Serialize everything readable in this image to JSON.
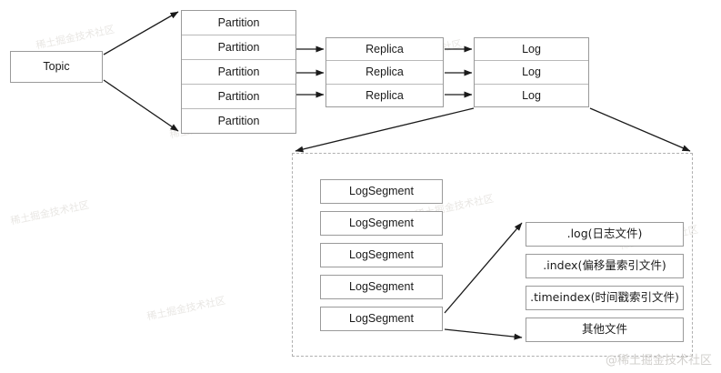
{
  "diagram": {
    "title": "Kafka Topic / Partition / Replica / Log storage structure",
    "colors": {
      "box_border": "#9a9a9a",
      "inner_divider": "#b9b9b9",
      "dashed_border": "#b0b0b0",
      "arrow": "#1a1a1a",
      "text": "#1a1a1a",
      "background": "#ffffff",
      "watermark": "#e9e7e4"
    },
    "topic": {
      "label": "Topic"
    },
    "partition_column": {
      "items": [
        {
          "label": "Partition"
        },
        {
          "label": "Partition"
        },
        {
          "label": "Partition"
        },
        {
          "label": "Partition"
        },
        {
          "label": "Partition"
        }
      ]
    },
    "replica_column": {
      "items": [
        {
          "label": "Replica"
        },
        {
          "label": "Replica"
        },
        {
          "label": "Replica"
        }
      ]
    },
    "log_column": {
      "items": [
        {
          "label": "Log"
        },
        {
          "label": "Log"
        },
        {
          "label": "Log"
        }
      ]
    },
    "log_segment_group": {
      "items": [
        {
          "label": "LogSegment"
        },
        {
          "label": "LogSegment"
        },
        {
          "label": "LogSegment"
        },
        {
          "label": "LogSegment"
        },
        {
          "label": "LogSegment"
        }
      ]
    },
    "file_group": {
      "items": [
        {
          "label": ".log(日志文件)"
        },
        {
          "label": ".index(偏移量索引文件)"
        },
        {
          "label": ".timeindex(时间戳索引文件)"
        },
        {
          "label": "其他文件"
        }
      ]
    },
    "watermarks": {
      "corner": "@稀土掘金技术社区",
      "scattered": [
        "稀土掘金技术社区",
        "稀土掘金技术社区",
        "稀土掘金技术社区",
        "稀土掘金技术社区",
        "稀土掘金技术社区",
        "稀土掘金技术社区",
        "稀土掘金技术社区"
      ]
    }
  }
}
